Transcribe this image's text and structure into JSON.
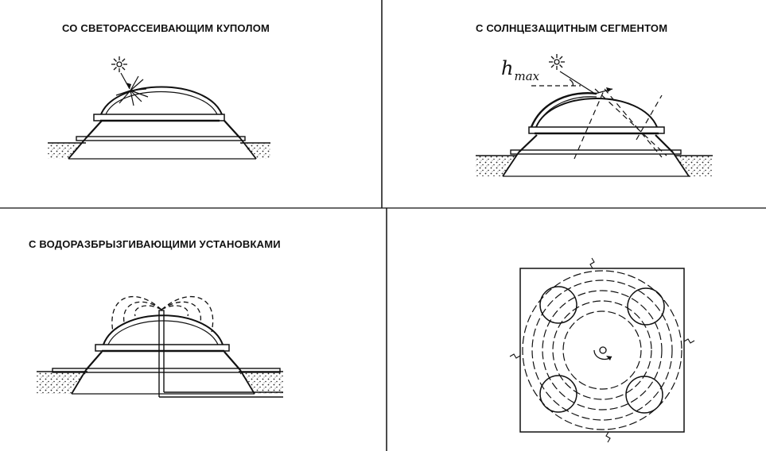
{
  "panels": {
    "top_left": {
      "title": "СО СВЕТОРАССЕИВАЮЩИМ КУПОЛОМ"
    },
    "top_right": {
      "title": "С СОЛНЦЕЗАЩИТНЫМ СЕГМЕНТОМ",
      "annotation_h": "h",
      "annotation_sub": "max"
    },
    "bottom_left": {
      "title": "С ВОДОРАЗБРЫЗГИВАЮЩИМИ УСТАНОВКАМИ"
    },
    "bottom_right": {
      "title": ""
    }
  },
  "icons": [
    "sun-icon",
    "sun-icon",
    "rotation-arrow-icon"
  ],
  "colors": {
    "ink": "#111111",
    "paper": "#ffffff"
  }
}
